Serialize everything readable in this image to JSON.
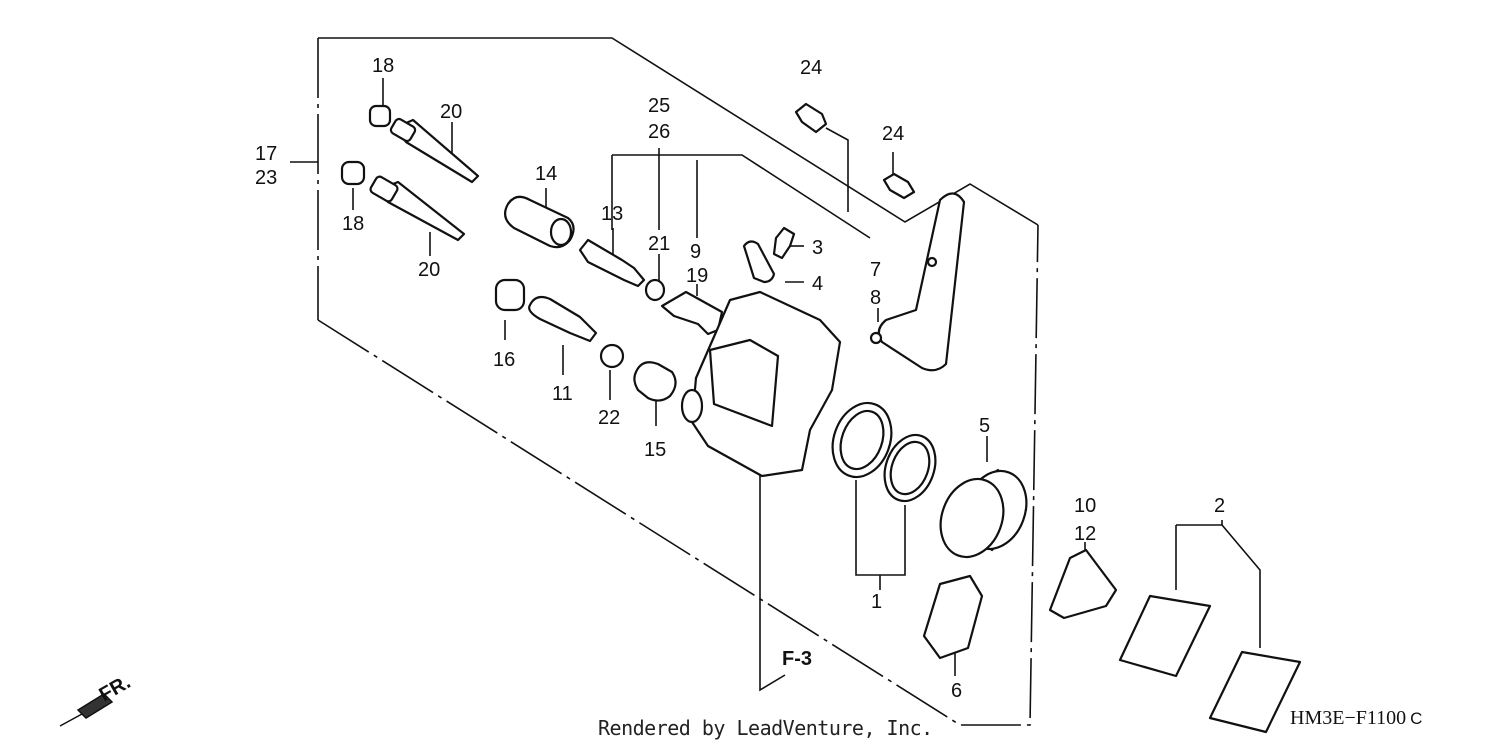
{
  "diagram": {
    "callouts": {
      "c1": "1",
      "c2": "2",
      "c3": "3",
      "c4": "4",
      "c5": "5",
      "c6": "6",
      "c7": "7",
      "c8": "8",
      "c9": "9",
      "c10": "10",
      "c11": "11",
      "c12": "12",
      "c13": "13",
      "c14": "14",
      "c15": "15",
      "c16": "16",
      "c17": "17",
      "c18a": "18",
      "c18b": "18",
      "c19": "19",
      "c20a": "20",
      "c20b": "20",
      "c21": "21",
      "c22": "22",
      "c23": "23",
      "c24a": "24",
      "c24b": "24",
      "c25": "25",
      "c26": "26"
    },
    "reference": "F-3",
    "front_label": "FR.",
    "diagram_code": "HM3E−F1100",
    "diagram_code_suffix": "C",
    "credit": "Rendered by LeadVenture, Inc."
  }
}
